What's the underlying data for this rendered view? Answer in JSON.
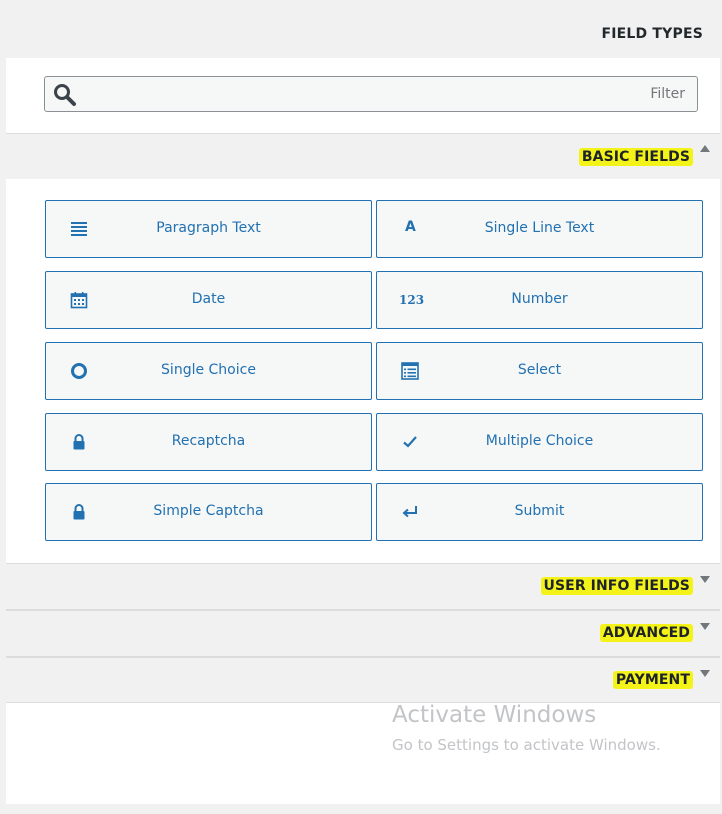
{
  "header": {
    "title": "FIELD TYPES"
  },
  "filter": {
    "placeholder": "Filter"
  },
  "sections": {
    "basic": {
      "label": "BASIC FIELDS"
    },
    "user_info": {
      "label": "USER INFO FIELDS"
    },
    "advanced": {
      "label": "ADVANCED"
    },
    "payment": {
      "label": "PAYMENT"
    }
  },
  "basic_fields": [
    {
      "label": "Paragraph Text",
      "icon": "paragraph-lines-icon"
    },
    {
      "label": "Single Line Text",
      "icon": "letter-a-icon"
    },
    {
      "label": "Date",
      "icon": "calendar-icon"
    },
    {
      "label": "Number",
      "icon": "number-123-icon"
    },
    {
      "label": "Single Choice",
      "icon": "radio-circle-icon"
    },
    {
      "label": "Select",
      "icon": "list-table-icon"
    },
    {
      "label": "Recaptcha",
      "icon": "lock-icon"
    },
    {
      "label": "Multiple Choice",
      "icon": "checkmark-icon"
    },
    {
      "label": "Simple Captcha",
      "icon": "lock-icon"
    },
    {
      "label": "Submit",
      "icon": "enter-arrow-icon"
    }
  ],
  "number_icon_text": "123",
  "letter_icon_text": "A",
  "watermark": {
    "title": "Activate Windows",
    "subtitle": "Go to Settings to activate Windows."
  },
  "colors": {
    "accent": "#2271b1",
    "highlight": "#f3f31a",
    "header_bg": "#f1f1f1"
  }
}
